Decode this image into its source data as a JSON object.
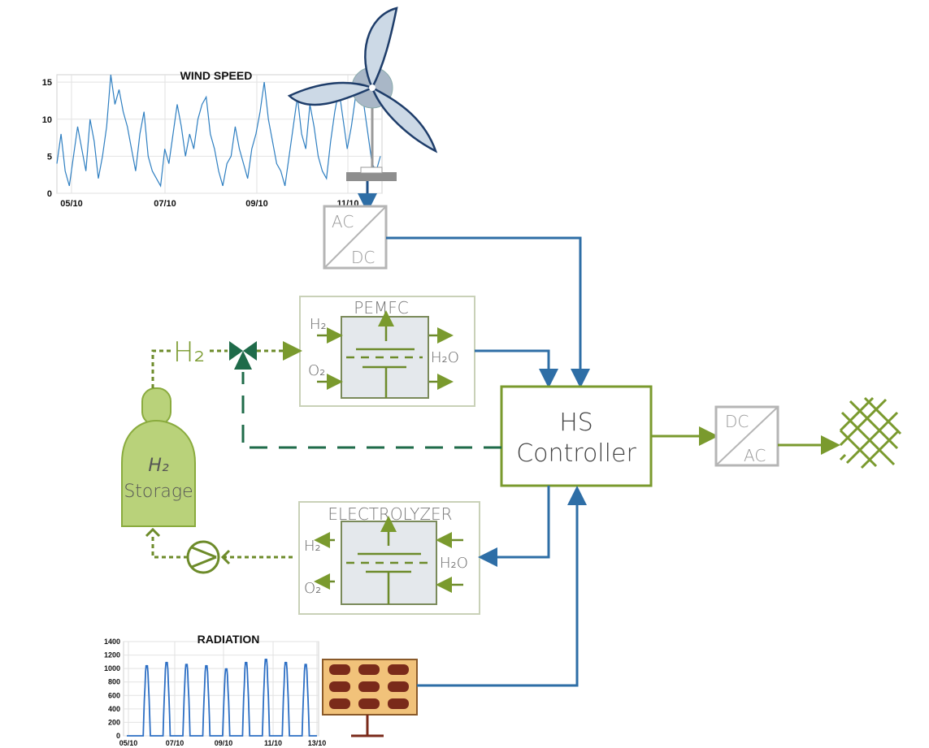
{
  "wind_chart": {
    "title": "WIND SPEED",
    "y_ticks": [
      "0",
      "5",
      "10",
      "15"
    ],
    "x_ticks": [
      "05/10",
      "07/10",
      "09/10",
      "11/10"
    ],
    "line_color": "#2f7fc1"
  },
  "radiation_chart": {
    "title": "RADIATION",
    "y_ticks": [
      "0",
      "200",
      "400",
      "600",
      "800",
      "1000",
      "1200",
      "1400"
    ],
    "x_ticks": [
      "05/10",
      "07/10",
      "09/10",
      "11/10",
      "13/10"
    ],
    "line_color": "#2d6fc4"
  },
  "chart_data": [
    {
      "type": "line",
      "title": "WIND SPEED",
      "xlabel": "",
      "ylabel": "",
      "x_ticks": [
        "05/10",
        "07/10",
        "09/10",
        "11/10"
      ],
      "ylim": [
        0,
        16
      ],
      "y": [
        4,
        8,
        3,
        1,
        5,
        9,
        6,
        3,
        10,
        7,
        2,
        5,
        9,
        16,
        12,
        14,
        11,
        9,
        6,
        3,
        8,
        11,
        5,
        3,
        2,
        1,
        6,
        4,
        8,
        12,
        9,
        5,
        8,
        6,
        10,
        12,
        13,
        8,
        6,
        3,
        1,
        4,
        5,
        9,
        6,
        4,
        2,
        6,
        8,
        11,
        15,
        10,
        7,
        4,
        3,
        1,
        5,
        9,
        13,
        8,
        6,
        12,
        9,
        5,
        3,
        2,
        7,
        11,
        14,
        10,
        6,
        9,
        13,
        15,
        12,
        8,
        4,
        3,
        5
      ],
      "grid": true
    },
    {
      "type": "line",
      "title": "RADIATION",
      "xlabel": "",
      "ylabel": "",
      "x_ticks": [
        "05/10",
        "07/10",
        "09/10",
        "11/10",
        "13/10"
      ],
      "ylim": [
        0,
        1400
      ],
      "daily_peaks": [
        1100,
        1150,
        1120,
        1100,
        1050,
        1150,
        1200,
        1150,
        1120
      ],
      "grid": true
    }
  ],
  "diagram": {
    "ac_dc": {
      "top": "AC",
      "bottom": "DC"
    },
    "dc_ac": {
      "top": "DC",
      "bottom": "AC"
    },
    "pemfc": {
      "title": "PEMFC",
      "in1": "H₂",
      "in2": "O₂",
      "out": "H₂O"
    },
    "electrolyzer": {
      "title": "ELECTROLYZER",
      "out1": "H₂",
      "out2": "O₂",
      "in": "H₂O"
    },
    "controller": {
      "line1": "HS",
      "line2": "Controller"
    },
    "storage": {
      "line1": "H₂",
      "line2": "Storage"
    },
    "h2_label": "H₂"
  },
  "colors": {
    "green": "#7a9a2e",
    "dark_green": "#1f6b4a",
    "blue": "#2e6ea6",
    "storage_fill": "#b9d27a",
    "gray_box": "#b5b5b5",
    "panel_fill": "#f1c27a",
    "panel_cell": "#7a2a1a"
  }
}
